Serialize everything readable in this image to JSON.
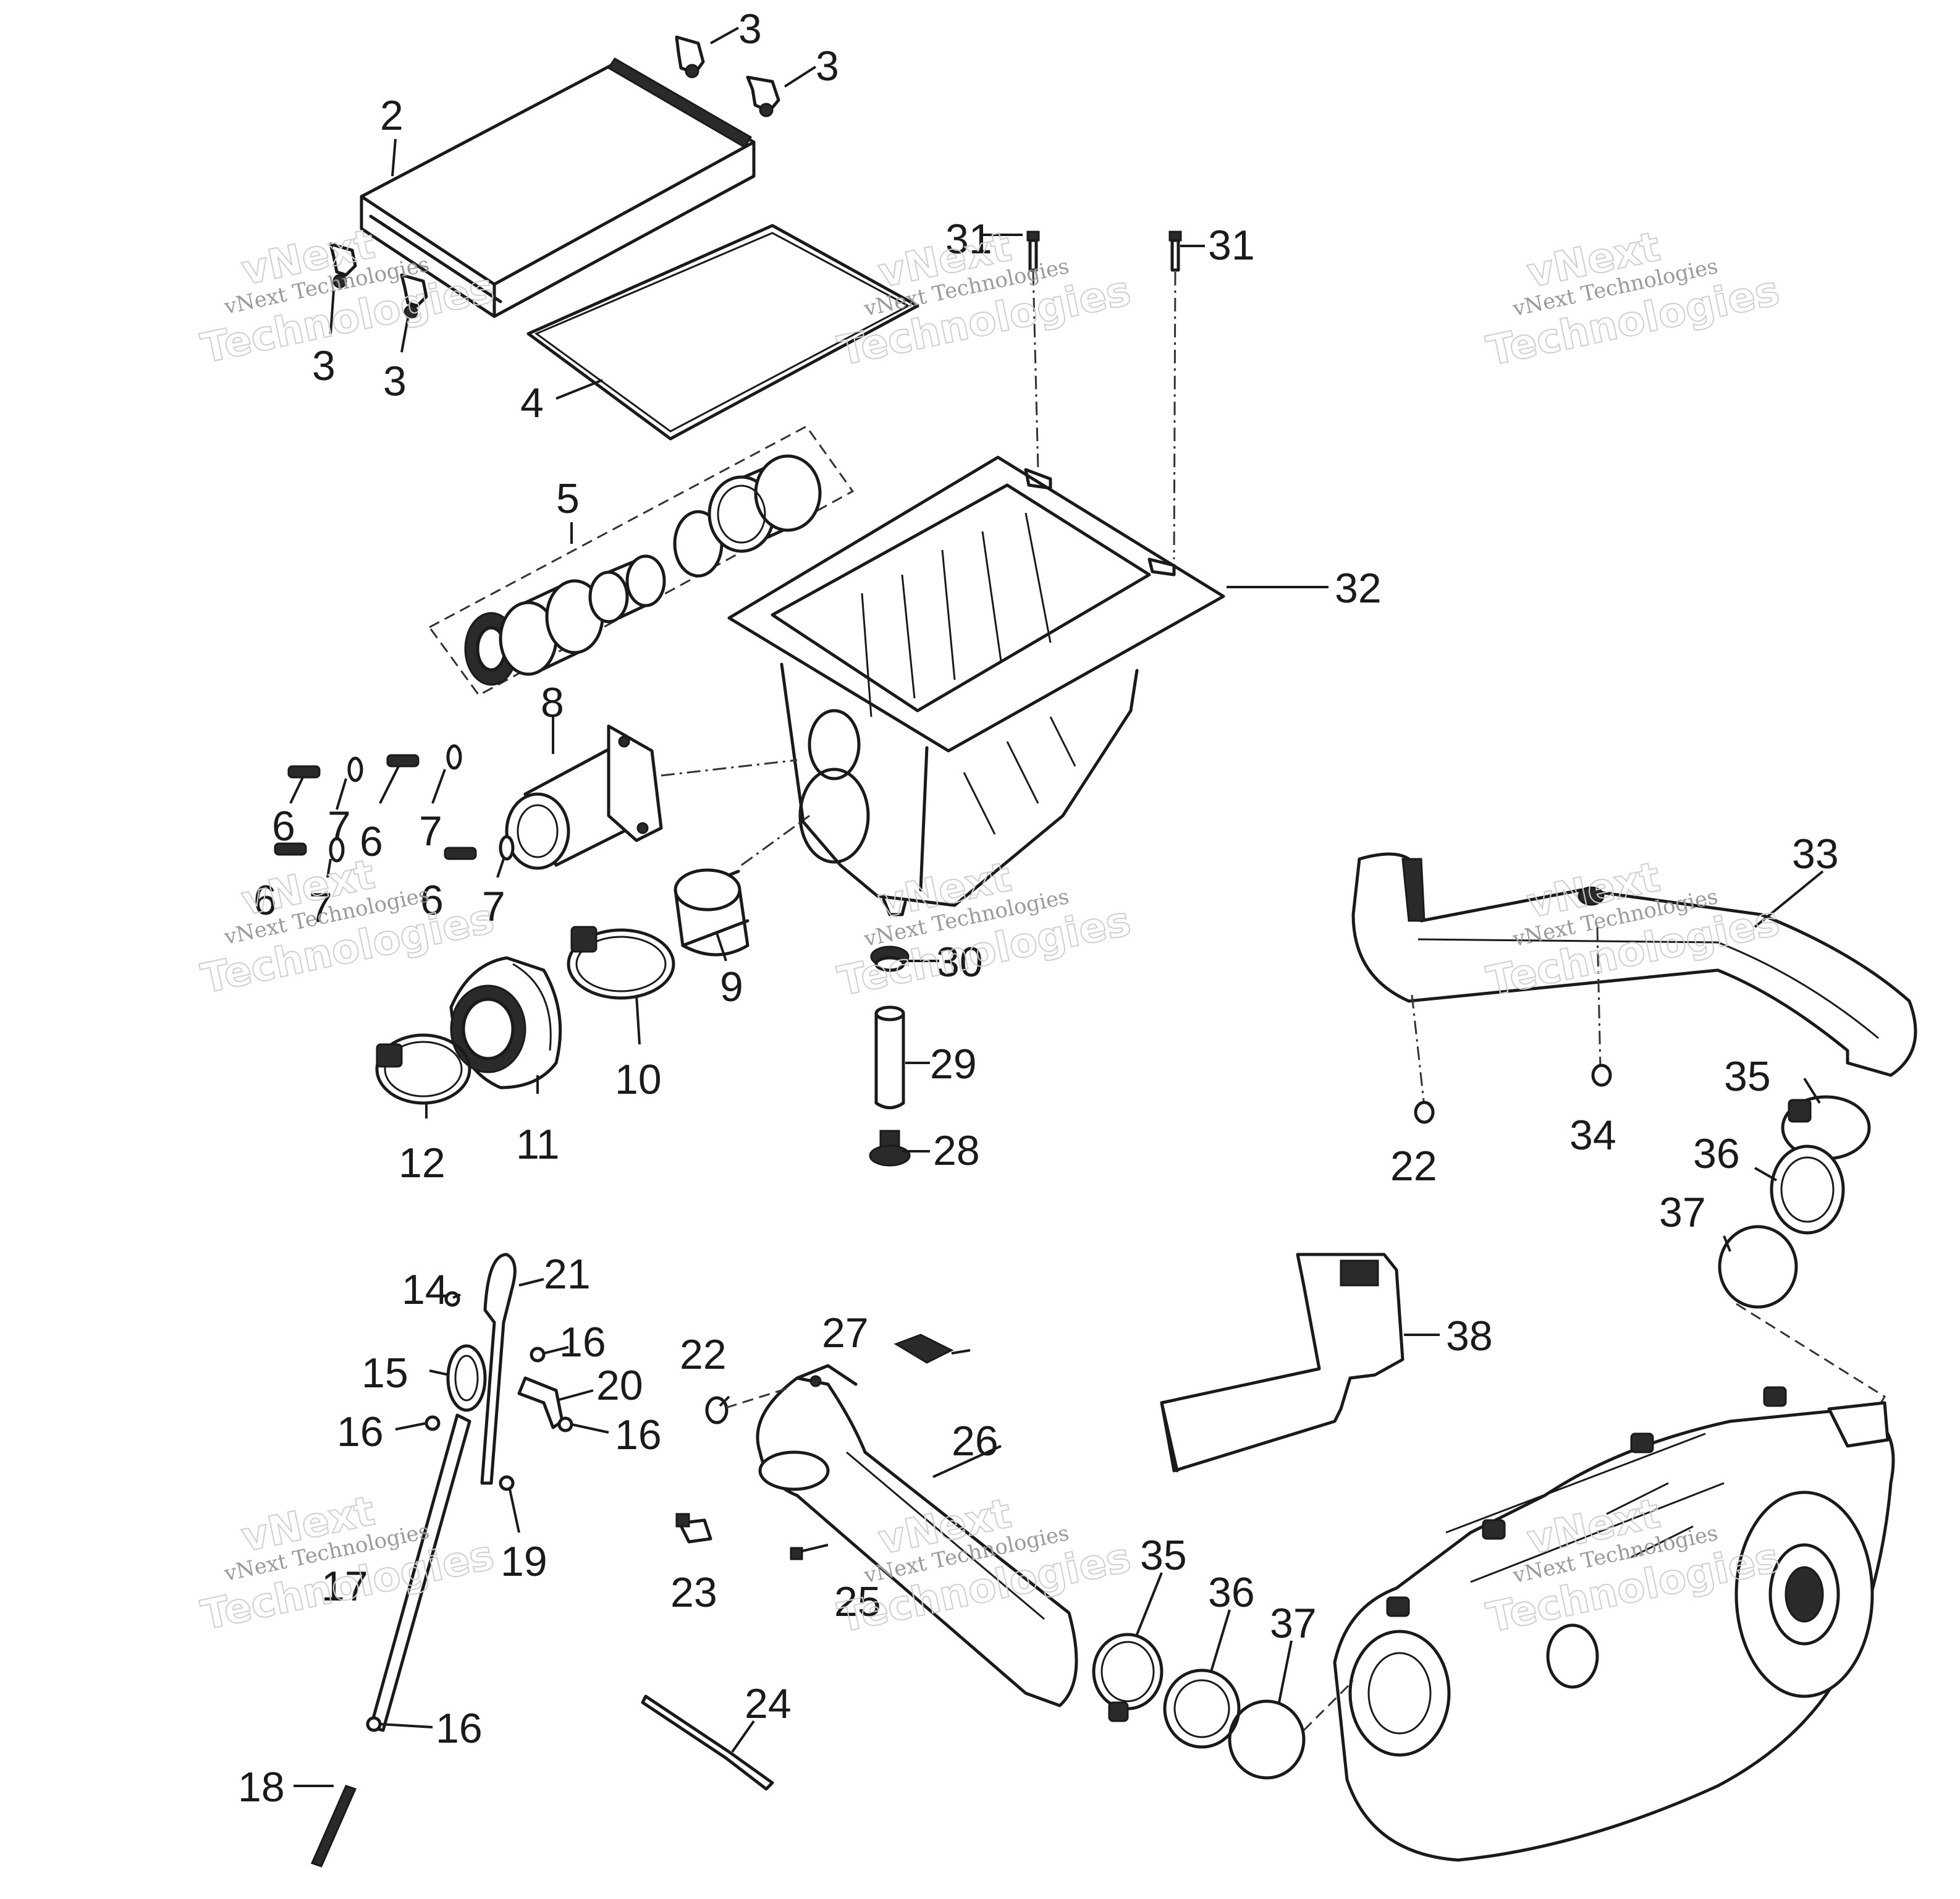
{
  "watermark": {
    "brand_line": "vNext",
    "company_line": "vNext Technologies",
    "tech_line": "Technologies"
  },
  "callouts": {
    "c2": "2",
    "c3a": "3",
    "c3b": "3",
    "c3c": "3",
    "c3d": "3",
    "c4": "4",
    "c5": "5",
    "c6a": "6",
    "c6b": "6",
    "c6c": "6",
    "c6d": "6",
    "c7a": "7",
    "c7b": "7",
    "c7c": "7",
    "c7d": "7",
    "c8": "8",
    "c9": "9",
    "c10": "10",
    "c11": "11",
    "c12": "12",
    "c14": "14",
    "c15": "15",
    "c16a": "16",
    "c16b": "16",
    "c16c": "16",
    "c16d": "16",
    "c17": "17",
    "c18": "18",
    "c19": "19",
    "c20": "20",
    "c21": "21",
    "c22a": "22",
    "c22b": "22",
    "c23": "23",
    "c24": "24",
    "c25": "25",
    "c26": "26",
    "c27": "27",
    "c28": "28",
    "c29": "29",
    "c30": "30",
    "c31a": "31",
    "c31b": "31",
    "c32": "32",
    "c33": "33",
    "c34": "34",
    "c35a": "35",
    "c35b": "35",
    "c36a": "36",
    "c36b": "36",
    "c37a": "37",
    "c37b": "37",
    "c38": "38"
  }
}
